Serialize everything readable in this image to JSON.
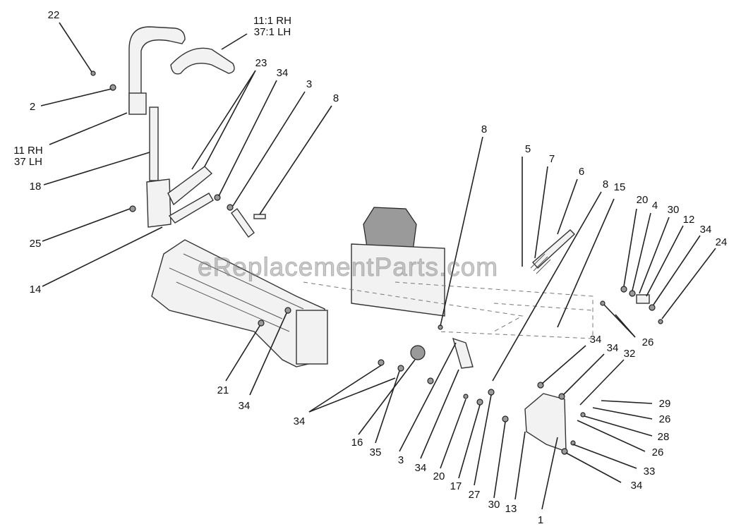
{
  "watermark": "eReplacementParts.com",
  "labels": {
    "l22": "22",
    "l2": "2",
    "l11rh": "11 RH",
    "l37lh": "37 LH",
    "l18": "18",
    "l25": "25",
    "l14": "14",
    "ratio_rh": "11:1 RH",
    "ratio_lh": "37:1 LH",
    "l23": "23",
    "l34a": "34",
    "l3a": "3",
    "l8a": "8",
    "l8b": "8",
    "l5": "5",
    "l7": "7",
    "l6": "6",
    "l8c": "8",
    "l15": "15",
    "l20a": "20",
    "l4": "4",
    "l30a": "30",
    "l12": "12",
    "l34b": "34",
    "l24": "24",
    "l26a": "26",
    "l34c": "34",
    "l34d": "34",
    "l32": "32",
    "l29": "29",
    "l26b": "26",
    "l28": "28",
    "l26c": "26",
    "l33": "33",
    "l34e": "34",
    "l1": "1",
    "l13": "13",
    "l30b": "30",
    "l27": "27",
    "l17": "17",
    "l20b": "20",
    "l34f": "34",
    "l3b": "3",
    "l35": "35",
    "l16": "16",
    "l34g": "34",
    "l34h": "34",
    "l21": "21"
  }
}
